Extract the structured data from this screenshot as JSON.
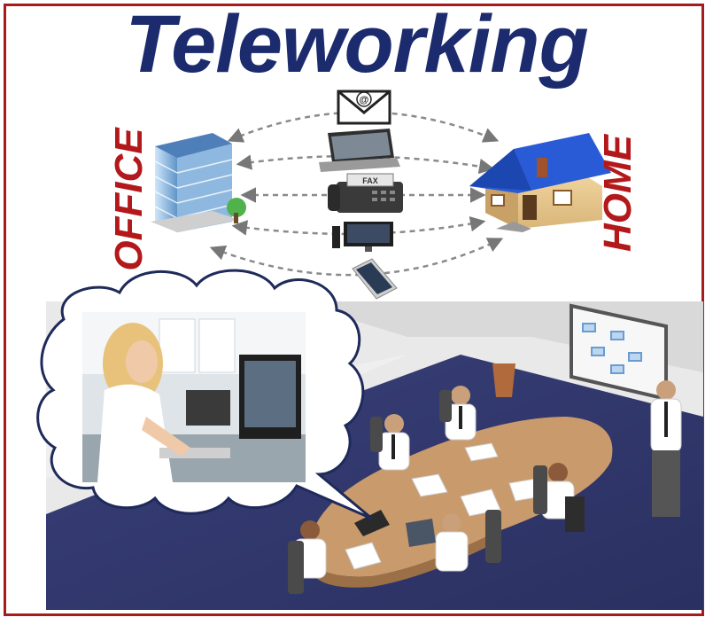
{
  "title": "Teleworking",
  "labels": {
    "office": "OFFICE",
    "home": "HOME",
    "fax": "FAX",
    "email_symbol": "@"
  },
  "colors": {
    "frame": "#a61c1c",
    "title": "#1b2b6e",
    "label": "#b3181b",
    "roof": "#2a5bd6",
    "carpet": "#2e3566",
    "table": "#c99a6b"
  },
  "icons": [
    "office-building-icon",
    "house-icon",
    "envelope-icon",
    "laptop-icon",
    "fax-machine-icon",
    "desktop-computer-icon",
    "smartphone-icon"
  ]
}
